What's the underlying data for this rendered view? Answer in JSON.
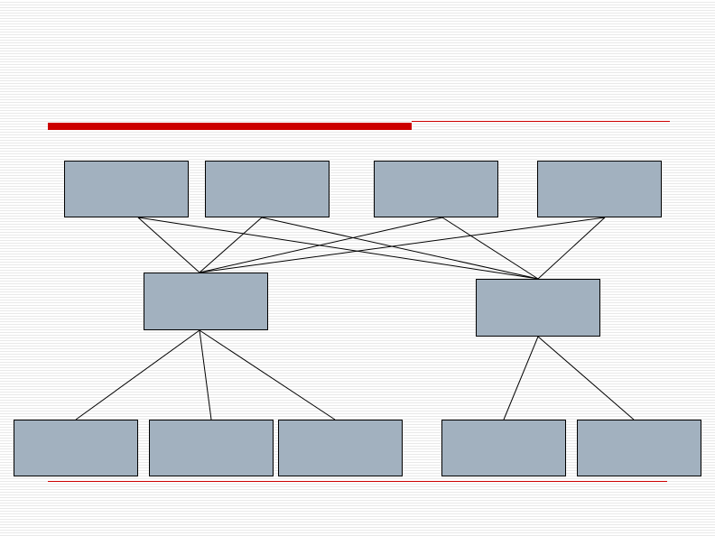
{
  "colors": {
    "accent": "#cc0000",
    "box_fill": "#a2b1bf",
    "box_border": "#000000",
    "connector": "#000000"
  },
  "nodes": {
    "top_1": "",
    "top_2": "",
    "top_3": "",
    "top_4": "",
    "mid_1": "",
    "mid_2": "",
    "bot_1": "",
    "bot_2": "",
    "bot_3": "",
    "bot_4": "",
    "bot_5": ""
  },
  "edges": [
    [
      "top_1",
      "mid_1"
    ],
    [
      "top_1",
      "mid_2"
    ],
    [
      "top_2",
      "mid_1"
    ],
    [
      "top_2",
      "mid_2"
    ],
    [
      "top_3",
      "mid_1"
    ],
    [
      "top_3",
      "mid_2"
    ],
    [
      "top_4",
      "mid_1"
    ],
    [
      "top_4",
      "mid_2"
    ],
    [
      "mid_1",
      "bot_1"
    ],
    [
      "mid_1",
      "bot_2"
    ],
    [
      "mid_1",
      "bot_3"
    ],
    [
      "mid_2",
      "bot_4"
    ],
    [
      "mid_2",
      "bot_5"
    ]
  ]
}
